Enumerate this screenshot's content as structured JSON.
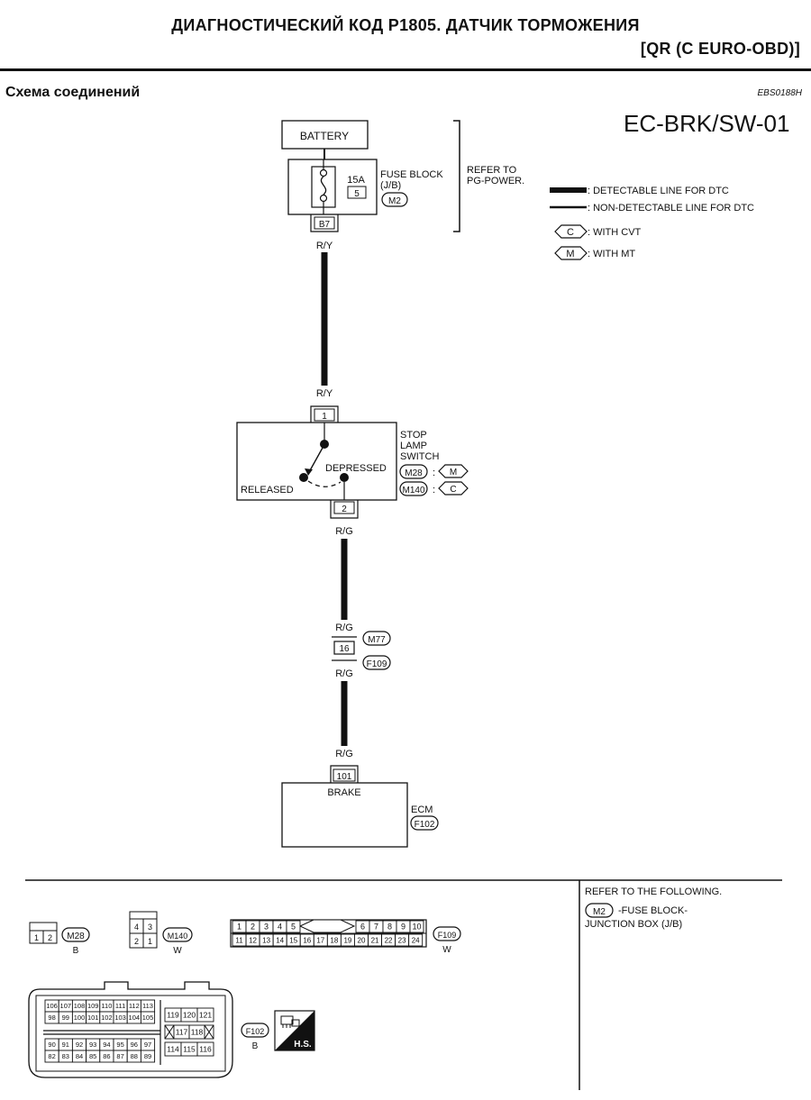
{
  "header": {
    "title_line1": "ДИАГНОСТИЧЕСКИЙ КОД P1805. ДАТЧИК ТОРМОЖЕНИЯ",
    "title_line2": "[QR (C EURO-OBD)]",
    "section_title": "Схема соединений",
    "doc_code": "EBS0188H",
    "sheet_id": "EC-BRK/SW-01"
  },
  "diagram": {
    "battery": "BATTERY",
    "fuse_rating": "15A",
    "fuse_number": "5",
    "fuse_block_line1": "FUSE BLOCK",
    "fuse_block_line2": "(J/B)",
    "fuse_connector": "M2",
    "fuse_terminal": "B7",
    "refer_line1": "REFER TO",
    "refer_line2": "PG-POWER.",
    "wire_ry": "R/Y",
    "wire_rg": "R/G",
    "switch_term1": "1",
    "switch_term2": "2",
    "switch_line1": "STOP",
    "switch_line2": "LAMP",
    "switch_line3": "SWITCH",
    "depressed": "DEPRESSED",
    "released": "RELEASED",
    "switch_conn_mt": "M28",
    "switch_conn_cvt": "M140",
    "variant_m": "M",
    "variant_c": "C",
    "joint_terminal": "16",
    "joint_conn_top": "M77",
    "joint_conn_bottom": "F109",
    "ecm_terminal": "101",
    "ecm_input": "BRAKE",
    "ecm_label": "ECM",
    "ecm_connector": "F102"
  },
  "legend": {
    "detectable": ": DETECTABLE LINE FOR DTC",
    "non_detectable": ": NON-DETECTABLE LINE FOR DTC",
    "with_cvt": ": WITH CVT",
    "with_mt": ": WITH MT",
    "cvt_symbol": "C",
    "mt_symbol": "M"
  },
  "connectors": {
    "m28_name": "M28",
    "m28_color": "B",
    "m28_pins": [
      "1",
      "2"
    ],
    "m140_name": "M140",
    "m140_color": "W",
    "m140_pins": [
      "4",
      "3",
      "2",
      "1"
    ],
    "f109_name": "F109",
    "f109_color": "W",
    "f109_row1": [
      "1",
      "2",
      "3",
      "4",
      "5",
      "6",
      "7",
      "8",
      "9",
      "10"
    ],
    "f109_row2": [
      "11",
      "12",
      "13",
      "14",
      "15",
      "16",
      "17",
      "18",
      "19",
      "20",
      "21",
      "22",
      "23",
      "24"
    ],
    "f102_name": "F102",
    "f102_color": "B",
    "f102_row1": [
      "106",
      "107",
      "108",
      "109",
      "110",
      "111",
      "112",
      "113"
    ],
    "f102_row2": [
      "98",
      "99",
      "100",
      "101",
      "102",
      "103",
      "104",
      "105"
    ],
    "f102_row3": [
      "90",
      "91",
      "92",
      "93",
      "94",
      "95",
      "96",
      "97"
    ],
    "f102_row4": [
      "82",
      "83",
      "84",
      "85",
      "86",
      "87",
      "88",
      "89"
    ],
    "f102_right_top": [
      "119",
      "120",
      "121"
    ],
    "f102_right_mid": [
      "117",
      "118"
    ],
    "f102_right_bot": [
      "114",
      "115",
      "116"
    ],
    "hs_badge": "H.S."
  },
  "reference": {
    "heading": "REFER TO THE FOLLOWING.",
    "item_connector": "M2",
    "item_line1": "-FUSE BLOCK-",
    "item_line2": "JUNCTION BOX (J/B)"
  }
}
